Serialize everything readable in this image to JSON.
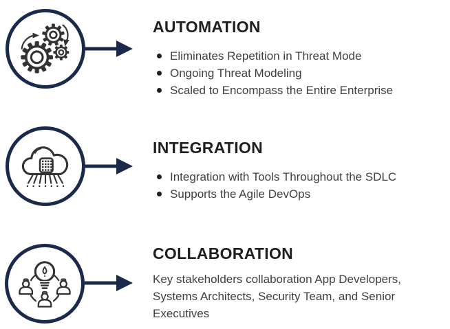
{
  "colors": {
    "accent_navy": "#1b2a4a",
    "icon_stroke": "#333333",
    "title_text": "#1f1f1f",
    "body_text": "#404040",
    "background": "#ffffff"
  },
  "sections": [
    {
      "title": "AUTOMATION",
      "icon": "gears-automation-icon",
      "bullets": [
        "Eliminates Repetition in Threat Mode",
        "Ongoing Threat Modeling",
        "Scaled to Encompass the Entire Enterprise"
      ]
    },
    {
      "title": "INTEGRATION",
      "icon": "cloud-integration-icon",
      "bullets": [
        "Integration with Tools Throughout the SDLC",
        "Supports the Agile DevOps"
      ]
    },
    {
      "title": "COLLABORATION",
      "icon": "collaboration-people-idea-icon",
      "paragraph": "Key stakeholders collaboration App Developers,\nSystems Architects, Security Team, and Senior\nExecutives"
    }
  ]
}
